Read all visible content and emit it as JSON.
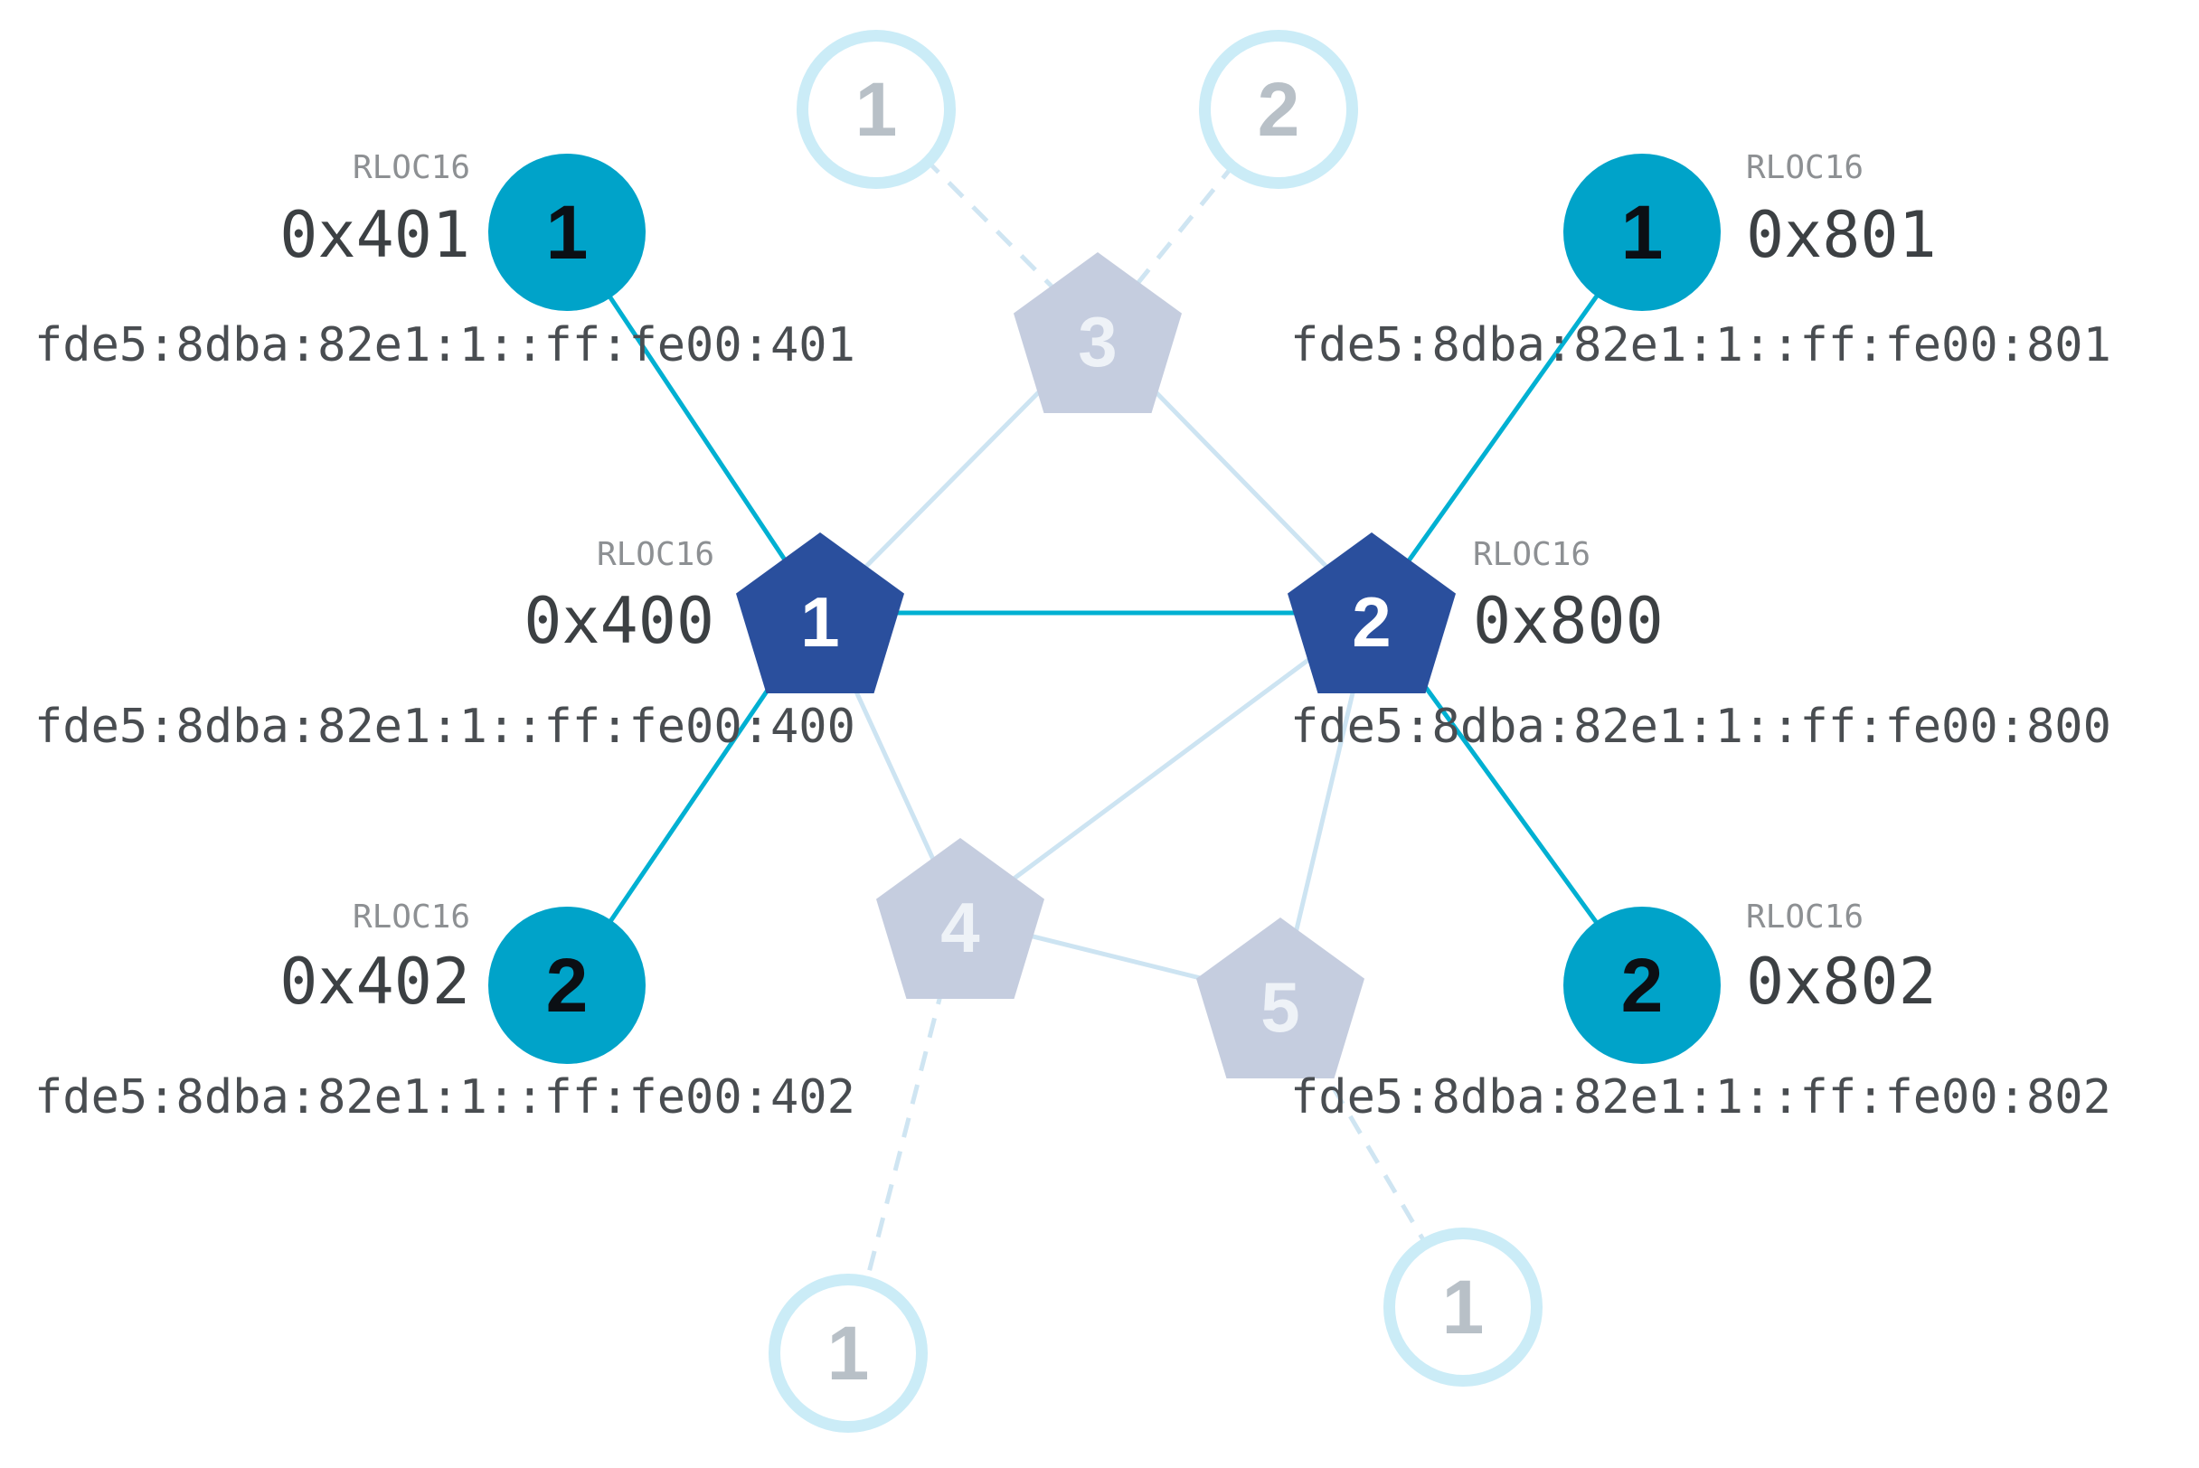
{
  "nodes": {
    "router1": {
      "label": "1"
    },
    "router2": {
      "label": "2"
    },
    "router3": {
      "label": "3"
    },
    "router4": {
      "label": "4"
    },
    "router5": {
      "label": "5"
    },
    "child401": {
      "label": "1"
    },
    "child402": {
      "label": "2"
    },
    "child801": {
      "label": "1"
    },
    "child802": {
      "label": "2"
    },
    "childTop1": {
      "label": "1"
    },
    "childTop2": {
      "label": "2"
    },
    "childBottomLeft": {
      "label": "1"
    },
    "childBottomRight": {
      "label": "1"
    }
  },
  "labels": {
    "router1": {
      "field": "RLOC16",
      "rloc16": "0x400",
      "ipv6": "fde5:8dba:82e1:1::ff:fe00:400"
    },
    "router2": {
      "field": "RLOC16",
      "rloc16": "0x800",
      "ipv6": "fde5:8dba:82e1:1::ff:fe00:800"
    },
    "child401": {
      "field": "RLOC16",
      "rloc16": "0x401",
      "ipv6": "fde5:8dba:82e1:1::ff:fe00:401"
    },
    "child402": {
      "field": "RLOC16",
      "rloc16": "0x402",
      "ipv6": "fde5:8dba:82e1:1::ff:fe00:402"
    },
    "child801": {
      "field": "RLOC16",
      "rloc16": "0x801",
      "ipv6": "fde5:8dba:82e1:1::ff:fe00:801"
    },
    "child802": {
      "field": "RLOC16",
      "rloc16": "0x802",
      "ipv6": "fde5:8dba:82e1:1::ff:fe00:802"
    }
  },
  "colors": {
    "router_active": "#2a4f9d",
    "router_inactive": "#c5cddf",
    "child_active": "#00a3c9",
    "child_inactive_ring": "#cbecf7",
    "link_active": "#00b0d2",
    "link_inactive": "#cde4f2",
    "text_field": "#8d9093",
    "text_value": "#3c4043"
  }
}
